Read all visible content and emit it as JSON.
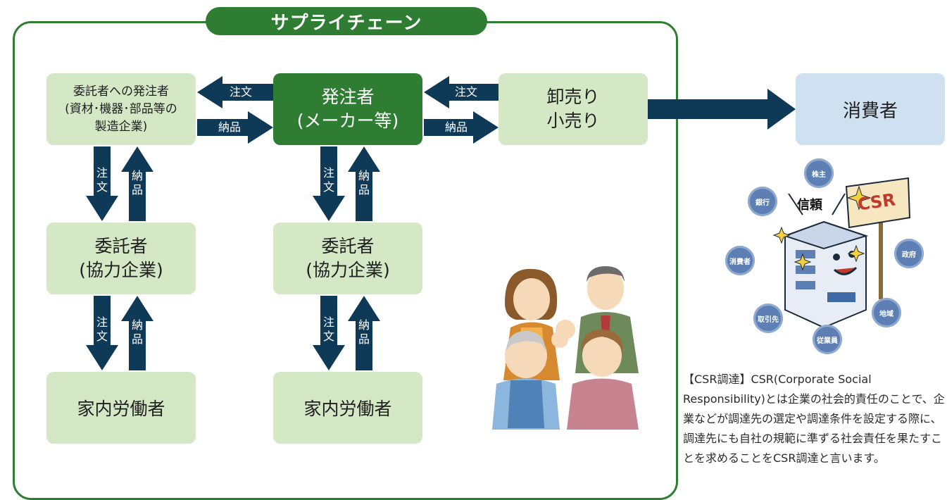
{
  "title": "サプライチェーン",
  "nodes": {
    "supplier": "委託者への発注者\n(資材･機器･部品等の\n製造企業)",
    "orderer": "発注者\n(メーカー等)",
    "retail": "卸売り\n小売り",
    "consumer": "消費者",
    "contractor_left": "委託者\n(協力企業)",
    "contractor_center": "委託者\n(協力企業)",
    "homeworker_left": "家内労働者",
    "homeworker_center": "家内労働者"
  },
  "flows": {
    "order": "注文",
    "delivery": "納品",
    "order_v": "注\n文",
    "delivery_v": "納\n品"
  },
  "csr_illustration": {
    "trust": "信頼",
    "sign": "CSR",
    "stakeholders": [
      "株主",
      "銀行",
      "政府",
      "消費者",
      "取引先",
      "地域",
      "従業員"
    ]
  },
  "note": "【CSR調達】CSR(Corporate Social Responsibility)とは企業の社会的責任のことで、企業などが調達先の選定や調達条件を設定する際に、調達先にも自社の規範に準ずる社会責任を果たすことを求めることをCSR調達と言います。",
  "colors": {
    "frame_green": "#2e7d32",
    "box_light_green": "#d5e8c6",
    "box_blue": "#cfe0f0",
    "arrow_navy": "#0f3a57"
  }
}
